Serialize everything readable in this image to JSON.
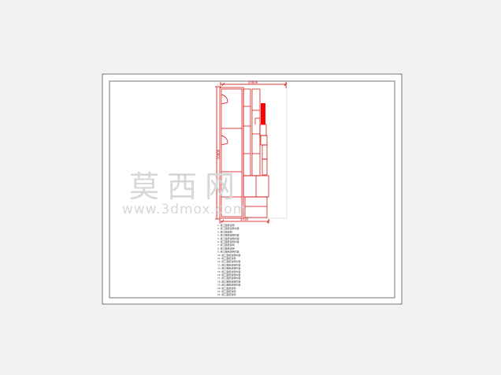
{
  "drawing": {
    "dimensions": {
      "top_width": "10000",
      "side_height": "10000",
      "bottom_width": "3700"
    },
    "notes": [
      "1.施工图纸说明",
      "2.施工图纸说明内容",
      "3.施工图说明",
      "4.施工图纸说明内容",
      "5.施工图纸说明内容",
      "6.施工图纸说明内容",
      "7.施工图纸说明",
      "8.施工图纸说明",
      "9.施工图纸说明内容",
      "10.施工图纸说明内容",
      "11.施工图纸说明",
      "12.施工图纸说明内容",
      "13.施工图纸说明内容",
      "14.施工图纸说明内容",
      "15.施工图纸说明内容",
      "16.施工图纸说明内容",
      "17.施工图纸说明内容",
      "18.施工图纸说明内容",
      "19.施工图纸说明内容",
      "20.施工图纸说明",
      "21.施工图纸说明",
      "22.施工图纸说明"
    ]
  },
  "watermark": {
    "chinese": "莫西网",
    "url": "www.3dmox.com"
  },
  "colors": {
    "background": "#f2f2f2",
    "sheet": "#ffffff",
    "border": "#555555",
    "line_red": "#cc0000",
    "fill_red": "#ff0000",
    "watermark": "#d7d7d7"
  }
}
